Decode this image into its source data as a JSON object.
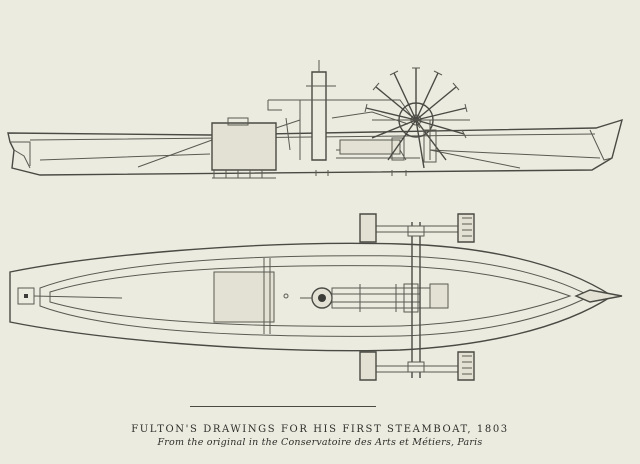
{
  "caption": {
    "title": "FULTON'S DRAWINGS FOR HIS FIRST STEAMBOAT, 1803",
    "source": "From the original in the Conservatoire des Arts et Métiers, Paris"
  },
  "figures": [
    {
      "view": "side elevation"
    },
    {
      "view": "plan"
    }
  ]
}
